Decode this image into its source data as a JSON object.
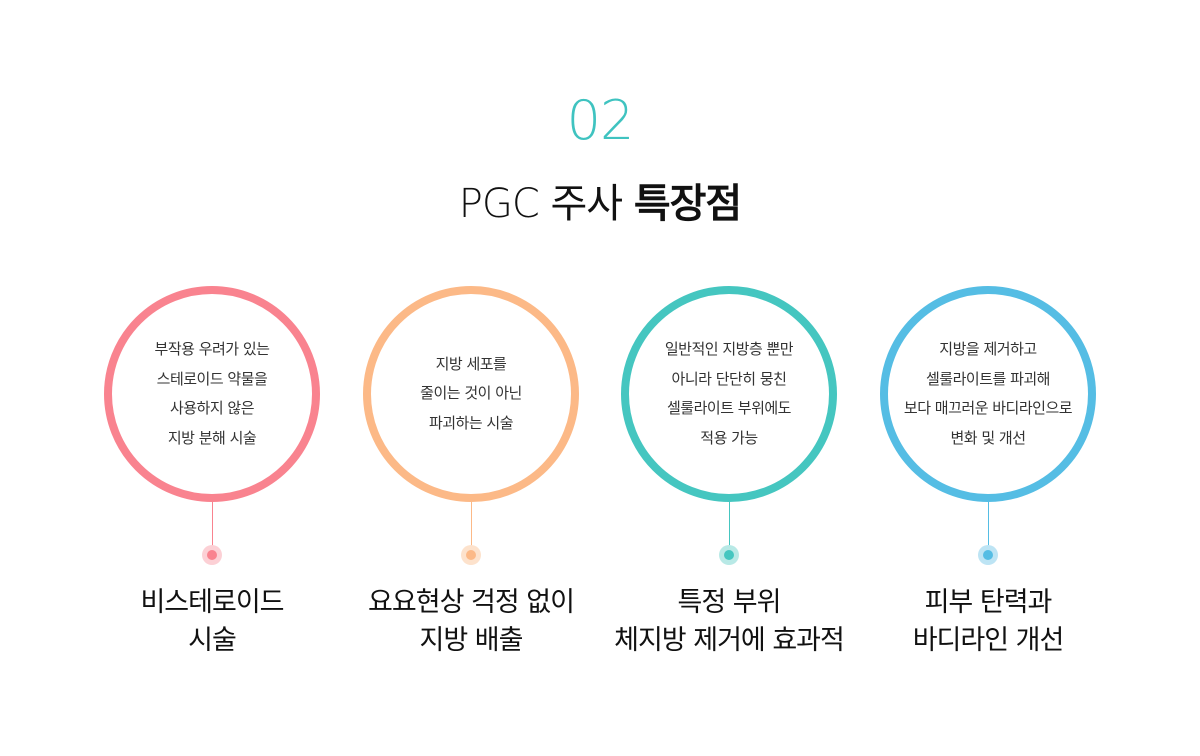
{
  "header": {
    "number": "02",
    "title_normal": "PGC 주사 ",
    "title_bold": "특장점"
  },
  "colors": {
    "accent": "#3fc3c0",
    "pink": "#f9838f",
    "peach": "#fcb987",
    "teal": "#45c6c0",
    "sky": "#55bde4"
  },
  "features": [
    {
      "color": "#f9838f",
      "dot_light": "#fcd0d5",
      "description": "부작용 우려가 있는\n스테로이드 약물을\n사용하지 않은\n지방 분해 시술",
      "title": "비스테로이드\n시술"
    },
    {
      "color": "#fcb987",
      "dot_light": "#fde2cc",
      "description": "지방 세포를\n줄이는 것이 아닌\n파괴하는 시술",
      "title": "요요현상 걱정 없이\n지방 배출"
    },
    {
      "color": "#45c6c0",
      "dot_light": "#b8e9e6",
      "description": "일반적인 지방층 뿐만\n아니라 단단히 뭉친\n셀룰라이트 부위에도\n적용 가능",
      "title": "특정 부위\n체지방 제거에 효과적"
    },
    {
      "color": "#55bde4",
      "dot_light": "#bde4f4",
      "description": "지방을 제거하고\n셀룰라이트를 파괴해\n보다 매끄러운 바디라인으로\n변화 및 개선",
      "title": "피부 탄력과\n바디라인 개선"
    }
  ]
}
